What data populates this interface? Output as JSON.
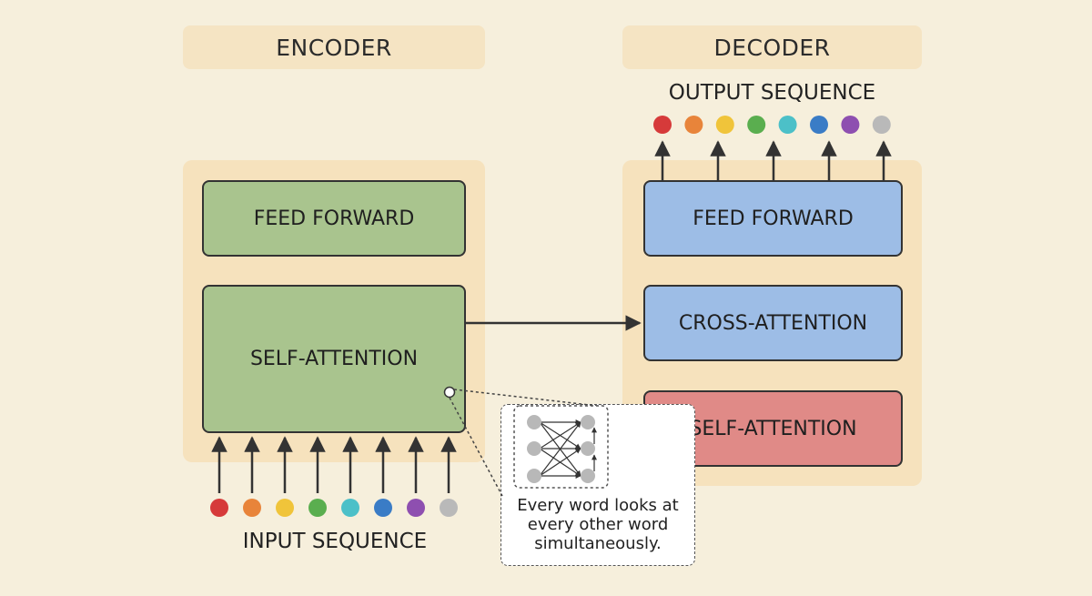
{
  "encoder": {
    "title": "ENCODER",
    "blocks": {
      "feed_forward": "FEED FORWARD",
      "self_attention": "SELF-ATTENTION"
    },
    "input_label": "INPUT SEQUENCE"
  },
  "decoder": {
    "title": "DECODER",
    "blocks": {
      "feed_forward": "FEED FORWARD",
      "cross_attention": "CROSS-ATTENTION",
      "self_attention": "SELF-ATTENTION"
    },
    "output_label": "OUTPUT SEQUENCE"
  },
  "callout": {
    "text": "Every word looks at\nevery other word\nsimultaneously."
  },
  "token_colors": [
    "#d63a3a",
    "#e8843a",
    "#f0c43a",
    "#5aae4f",
    "#4cc0c8",
    "#3a7cc6",
    "#8e4fb0",
    "#b9b9b9"
  ],
  "colors": {
    "encoder_block": "#a9c48e",
    "decoder_block": "#9dbde6",
    "decoder_self_attention": "#e08a87",
    "panel": "#f6e2bd",
    "background": "#f6efdc"
  }
}
